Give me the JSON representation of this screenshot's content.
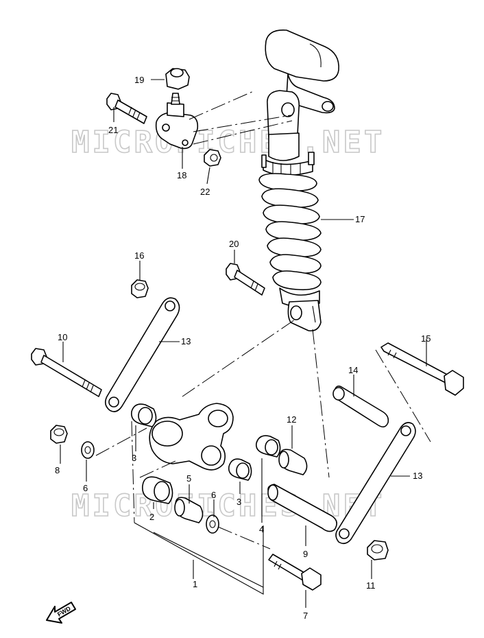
{
  "watermark": "MICROFICHES.NET",
  "fwd_label": "FWD",
  "callouts": [
    "1",
    "2",
    "3",
    "3",
    "4",
    "5",
    "6",
    "6",
    "7",
    "8",
    "9",
    "10",
    "11",
    "12",
    "13",
    "13",
    "14",
    "15",
    "16",
    "17",
    "18",
    "19",
    "20",
    "21",
    "22"
  ]
}
